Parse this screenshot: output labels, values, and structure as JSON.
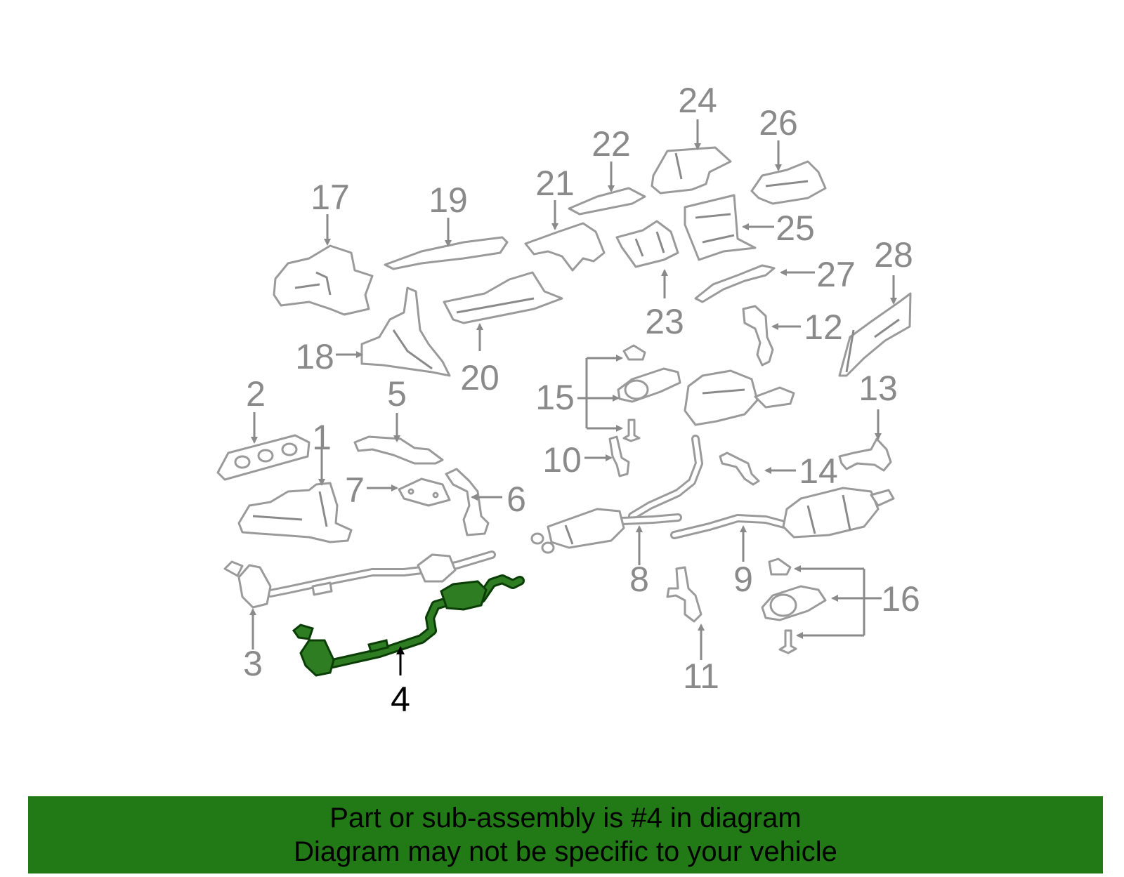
{
  "colors": {
    "highlight_fill": "#2e7d22",
    "highlight_stroke": "#0b3d06",
    "part_stroke": "#9a9a9a",
    "label_gray": "#8a8a8a",
    "banner_bg": "#217a16"
  },
  "diagram": {
    "highlighted_callout": "4",
    "callouts": [
      "1",
      "2",
      "3",
      "4",
      "5",
      "6",
      "7",
      "8",
      "9",
      "10",
      "11",
      "12",
      "13",
      "14",
      "15",
      "16",
      "17",
      "18",
      "19",
      "20",
      "21",
      "22",
      "23",
      "24",
      "25",
      "26",
      "27",
      "28"
    ]
  },
  "banner": {
    "line1": "Part or sub-assembly is #4 in diagram",
    "line2": "Diagram may not be specific to your vehicle"
  }
}
